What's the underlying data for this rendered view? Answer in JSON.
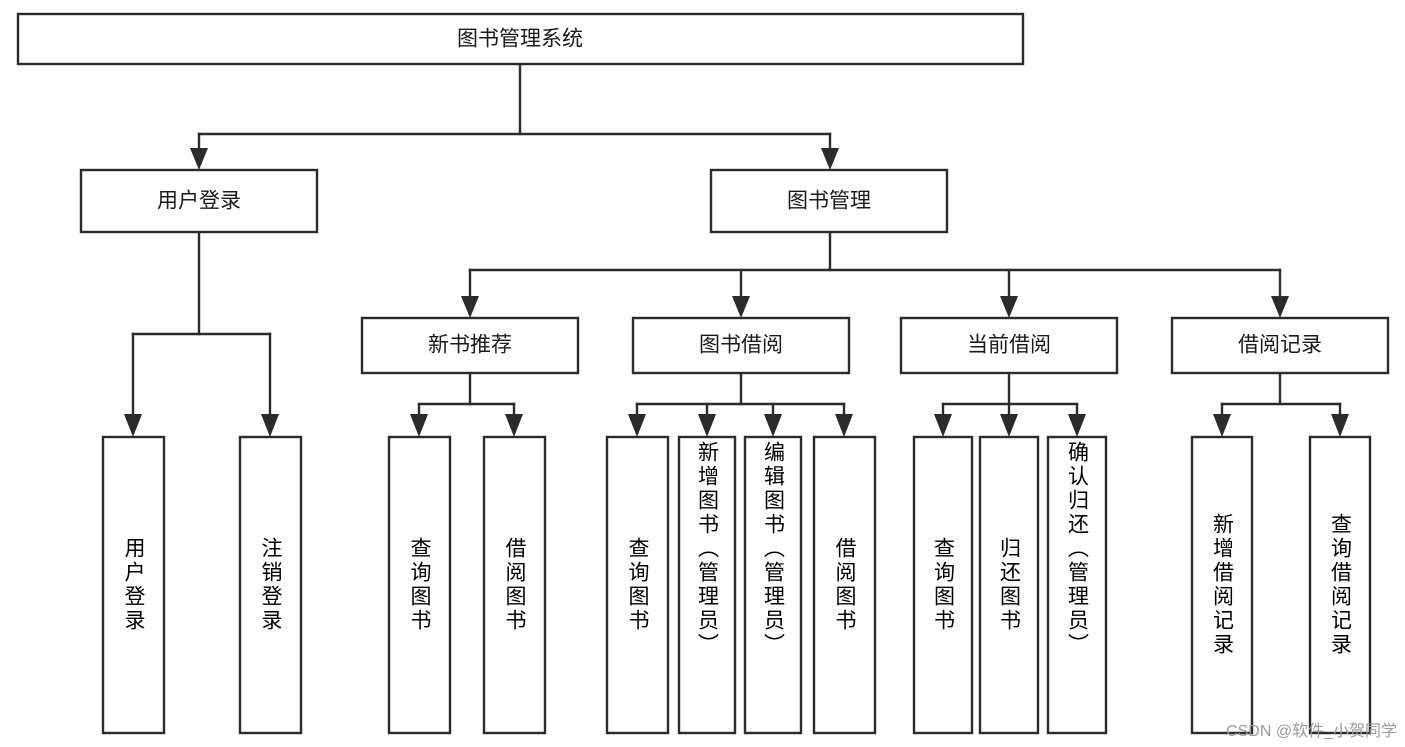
{
  "diagram": {
    "type": "tree-hierarchy",
    "title": "图书管理系统",
    "background_color": "#ffffff",
    "line_color": "#2b2b2b",
    "box_fill": "#ffffff",
    "text_color": "#1a1a1a",
    "levels": 4,
    "orientation": "top-down"
  },
  "root": {
    "label": "图书管理系统"
  },
  "level2": [
    {
      "id": "user-login",
      "label": "用户登录"
    },
    {
      "id": "book-manage",
      "label": "图书管理"
    }
  ],
  "level3": [
    {
      "id": "new-book-recommend",
      "label": "新书推荐",
      "parent": "book-manage"
    },
    {
      "id": "book-borrow",
      "label": "图书借阅",
      "parent": "book-manage"
    },
    {
      "id": "current-borrow",
      "label": "当前借阅",
      "parent": "book-manage"
    },
    {
      "id": "borrow-record",
      "label": "借阅记录",
      "parent": "book-manage"
    }
  ],
  "leaves": {
    "user_login": [
      {
        "id": "leaf-user-login",
        "label": "用户登录"
      },
      {
        "id": "leaf-logout",
        "label": "注销登录"
      }
    ],
    "new_book_recommend": [
      {
        "id": "leaf-query-book-1",
        "label": "查询图书"
      },
      {
        "id": "leaf-borrow-book-1",
        "label": "借阅图书"
      }
    ],
    "book_borrow": [
      {
        "id": "leaf-query-book-2",
        "label": "查询图书"
      },
      {
        "id": "leaf-add-book",
        "label": "新增图书（管理员）"
      },
      {
        "id": "leaf-edit-book",
        "label": "编辑图书（管理员）"
      },
      {
        "id": "leaf-borrow-book-2",
        "label": "借阅图书"
      }
    ],
    "current_borrow": [
      {
        "id": "leaf-query-book-3",
        "label": "查询图书"
      },
      {
        "id": "leaf-return-book",
        "label": "归还图书"
      },
      {
        "id": "leaf-confirm-return",
        "label": "确认归还（管理员）"
      }
    ],
    "borrow_record": [
      {
        "id": "leaf-add-record",
        "label": "新增借阅记录"
      },
      {
        "id": "leaf-query-record",
        "label": "查询借阅记录"
      }
    ]
  },
  "watermark": {
    "text": "CSDN @软件_小贺同学"
  }
}
